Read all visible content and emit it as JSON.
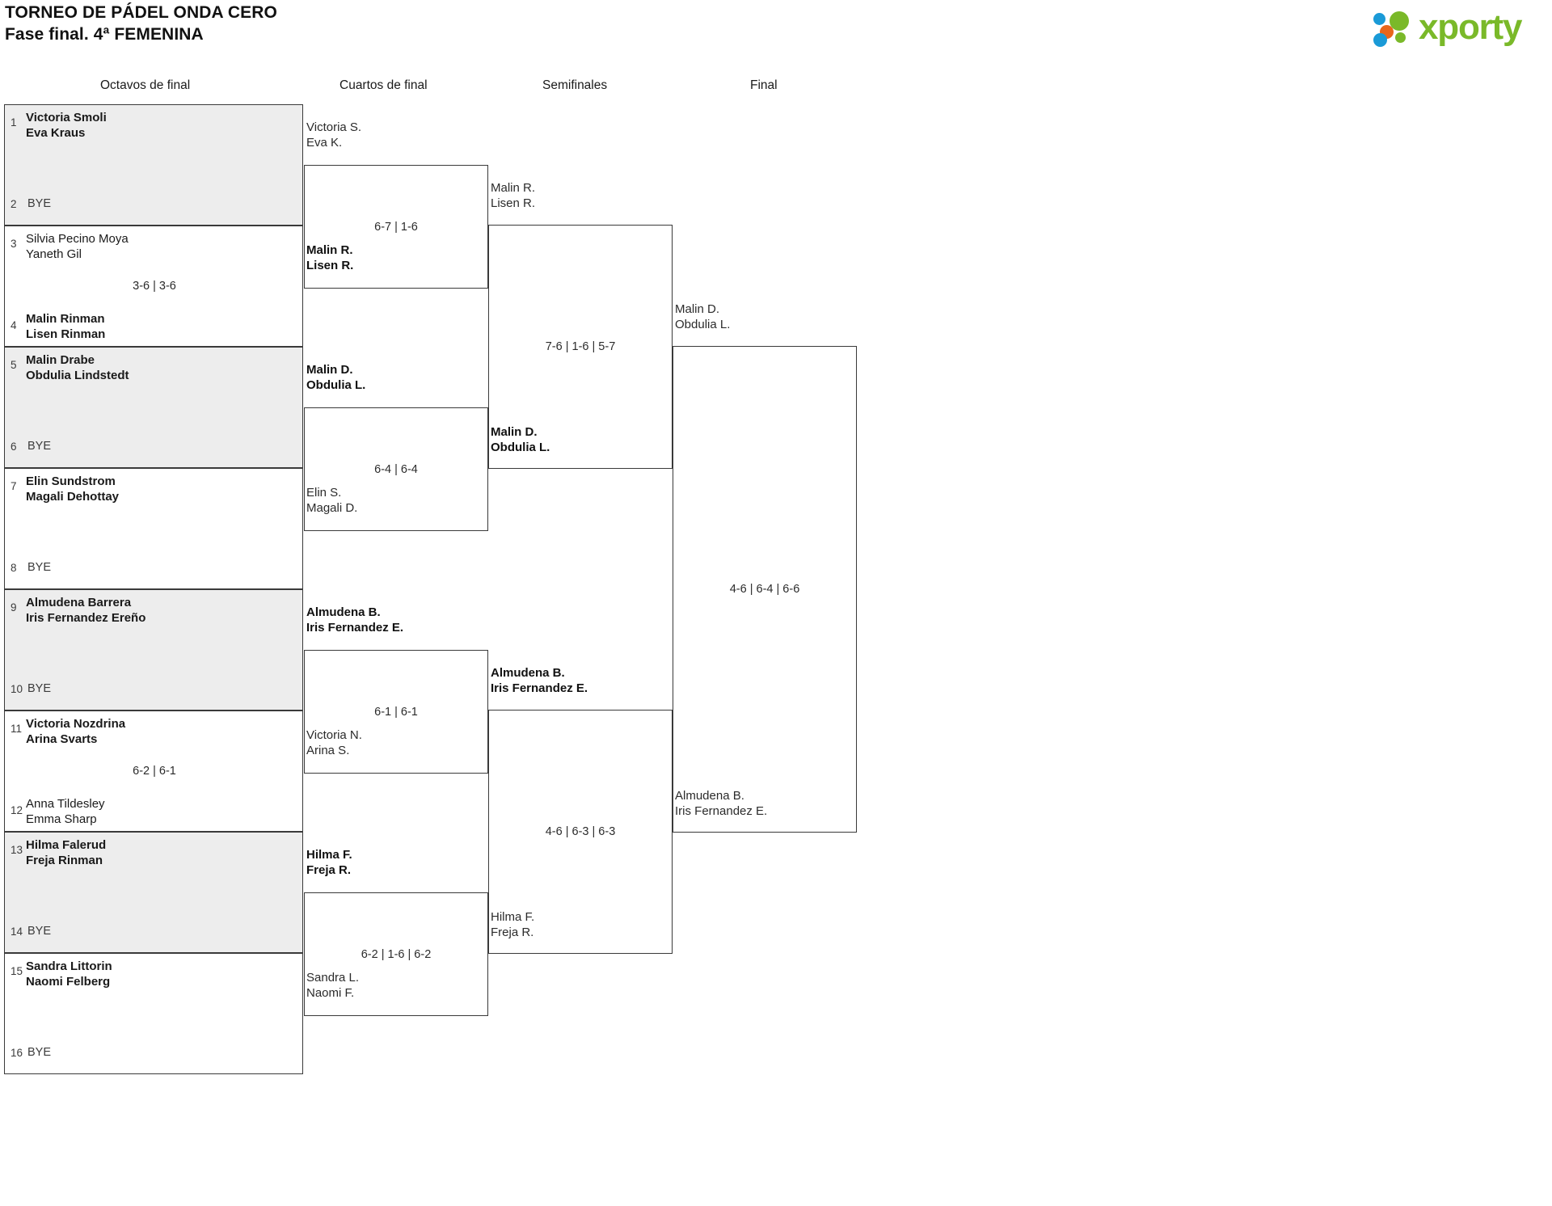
{
  "header": {
    "title_line1": "TORNEO DE PÁDEL ONDA CERO",
    "title_line2": "Fase final. 4ª FEMENINA",
    "logo_word": "xporty",
    "logo_colors": {
      "green": "#7ab929",
      "blue": "#1a9ad7",
      "orange": "#e8661b"
    }
  },
  "rounds": [
    {
      "label": "Octavos de final"
    },
    {
      "label": "Cuartos de final"
    },
    {
      "label": "Semifinales"
    },
    {
      "label": "Final"
    }
  ],
  "colors": {
    "shade": "#ededed",
    "border": "#3a3a3a",
    "text": "#1a1a1a"
  },
  "round1": {
    "bye_label": "BYE",
    "matches": [
      {
        "shaded": true,
        "top": {
          "seed": "1",
          "line1": "Victoria Smoli",
          "line2": "Eva Kraus",
          "winner": true
        },
        "bottom": {
          "seed": "2",
          "bye": true
        },
        "score": ""
      },
      {
        "shaded": false,
        "top": {
          "seed": "3",
          "line1": "Silvia Pecino Moya",
          "line2": "Yaneth Gil",
          "winner": false
        },
        "bottom": {
          "seed": "4",
          "line1": "Malin Rinman",
          "line2": "Lisen Rinman",
          "winner": true
        },
        "score": "3-6 | 3-6"
      },
      {
        "shaded": true,
        "top": {
          "seed": "5",
          "line1": "Malin Drabe",
          "line2": "Obdulia Lindstedt",
          "winner": true
        },
        "bottom": {
          "seed": "6",
          "bye": true
        },
        "score": ""
      },
      {
        "shaded": false,
        "top": {
          "seed": "7",
          "line1": "Elin Sundstrom",
          "line2": "Magali Dehottay",
          "winner": true
        },
        "bottom": {
          "seed": "8",
          "bye": true
        },
        "score": ""
      },
      {
        "shaded": true,
        "top": {
          "seed": "9",
          "line1": "Almudena Barrera",
          "line2": "Iris Fernandez Ereño",
          "winner": true
        },
        "bottom": {
          "seed": "10",
          "bye": true
        },
        "score": ""
      },
      {
        "shaded": false,
        "top": {
          "seed": "11",
          "line1": "Victoria Nozdrina",
          "line2": "Arina Svarts",
          "winner": true
        },
        "bottom": {
          "seed": "12",
          "line1": "Anna Tildesley",
          "line2": "Emma Sharp",
          "winner": false
        },
        "score": "6-2 | 6-1"
      },
      {
        "shaded": true,
        "top": {
          "seed": "13",
          "line1": "Hilma Falerud",
          "line2": "Freja Rinman",
          "winner": true
        },
        "bottom": {
          "seed": "14",
          "bye": true
        },
        "score": ""
      },
      {
        "shaded": false,
        "top": {
          "seed": "15",
          "line1": "Sandra Littorin",
          "line2": "Naomi Felberg",
          "winner": true
        },
        "bottom": {
          "seed": "16",
          "bye": true
        },
        "score": ""
      }
    ]
  },
  "quarterfinals": [
    {
      "top": {
        "line1": "Victoria S.",
        "line2": "Eva K.",
        "winner": false
      },
      "bottom": {
        "line1": "Malin R.",
        "line2": "Lisen R.",
        "winner": true
      },
      "score": "6-7 | 1-6"
    },
    {
      "top": {
        "line1": "Malin D.",
        "line2": "Obdulia L.",
        "winner": true
      },
      "bottom": {
        "line1": "Elin S.",
        "line2": "Magali D.",
        "winner": false
      },
      "score": "6-4 | 6-4"
    },
    {
      "top": {
        "line1": "Almudena B.",
        "line2": "Iris Fernandez E.",
        "winner": true
      },
      "bottom": {
        "line1": "Victoria N.",
        "line2": "Arina S.",
        "winner": false
      },
      "score": "6-1 | 6-1"
    },
    {
      "top": {
        "line1": "Hilma F.",
        "line2": "Freja R.",
        "winner": true
      },
      "bottom": {
        "line1": "Sandra L.",
        "line2": "Naomi F.",
        "winner": false
      },
      "score": "6-2 | 1-6 | 6-2"
    }
  ],
  "semifinals": [
    {
      "top": {
        "line1": "Malin R.",
        "line2": "Lisen R.",
        "winner": false
      },
      "bottom": {
        "line1": "Malin D.",
        "line2": "Obdulia L.",
        "winner": true
      },
      "score": "7-6 | 1-6 | 5-7"
    },
    {
      "top": {
        "line1": "Almudena B.",
        "line2": "Iris Fernandez E.",
        "winner": true
      },
      "bottom": {
        "line1": "Hilma F.",
        "line2": "Freja R.",
        "winner": false
      },
      "score": "4-6 | 6-3 | 6-3"
    }
  ],
  "final": [
    {
      "top": {
        "line1": "Malin D.",
        "line2": "Obdulia L.",
        "winner": false
      },
      "bottom": {
        "line1": "Almudena B.",
        "line2": "Iris Fernandez E.",
        "winner": false
      },
      "score": "4-6 | 6-4 | 6-6"
    }
  ]
}
